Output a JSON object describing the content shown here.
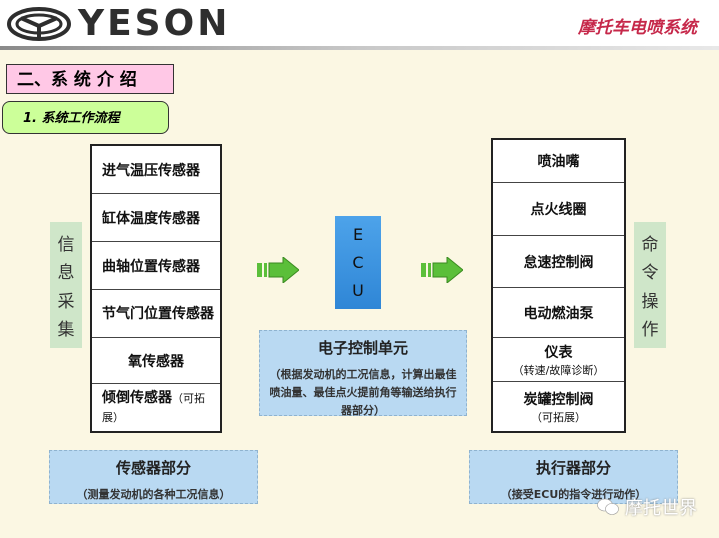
{
  "header": {
    "brand": "YESON",
    "title": "摩托车电喷系统"
  },
  "section": {
    "label": "二、系 统 介 绍"
  },
  "step": {
    "label": "1. 系统工作流程"
  },
  "left_tag": {
    "chars": [
      "信",
      "息",
      "采",
      "集"
    ]
  },
  "right_tag": {
    "chars": [
      "命",
      "令",
      "操",
      "作"
    ]
  },
  "sensors": [
    {
      "label": "进气温压传感器"
    },
    {
      "label": "缸体温度传感器"
    },
    {
      "label": "曲轴位置传感器"
    },
    {
      "label": "节气门位置传感器"
    },
    {
      "label": "氧传感器"
    },
    {
      "label": "倾倒传感器",
      "note": "（可拓展）"
    }
  ],
  "actuators": [
    {
      "label": "喷油嘴"
    },
    {
      "label": "点火线圈"
    },
    {
      "label": "怠速控制阀"
    },
    {
      "label": "电动燃油泵"
    },
    {
      "label": "仪表",
      "note": "（转速/故障诊断）"
    },
    {
      "label": "炭罐控制阀",
      "note": "（可拓展）"
    }
  ],
  "ecu": {
    "chars": [
      "E",
      "C",
      "U"
    ]
  },
  "ecu_box": {
    "title": "电子控制单元",
    "desc": "（根据发动机的工况信息，计算出最佳喷油量、最佳点火提前角等输送给执行器部分）"
  },
  "sensor_box": {
    "title": "传感器部分",
    "desc": "（测量发动机的各种工况信息）"
  },
  "actuator_box": {
    "title": "执行器部分",
    "desc": "（接受ECU的指令进行动作）"
  },
  "watermark": {
    "text": "摩托世界"
  },
  "colors": {
    "background": "#fbf7e3",
    "section_fill": "#ffc8e6",
    "step_fill": "#ccff99",
    "tag_fill": "#cfe6c9",
    "ecu_fill": "#3a90dc",
    "info_fill": "#b9d9f2",
    "arrow_fill": "#5bbf3a",
    "title_red": "#c6284a"
  }
}
